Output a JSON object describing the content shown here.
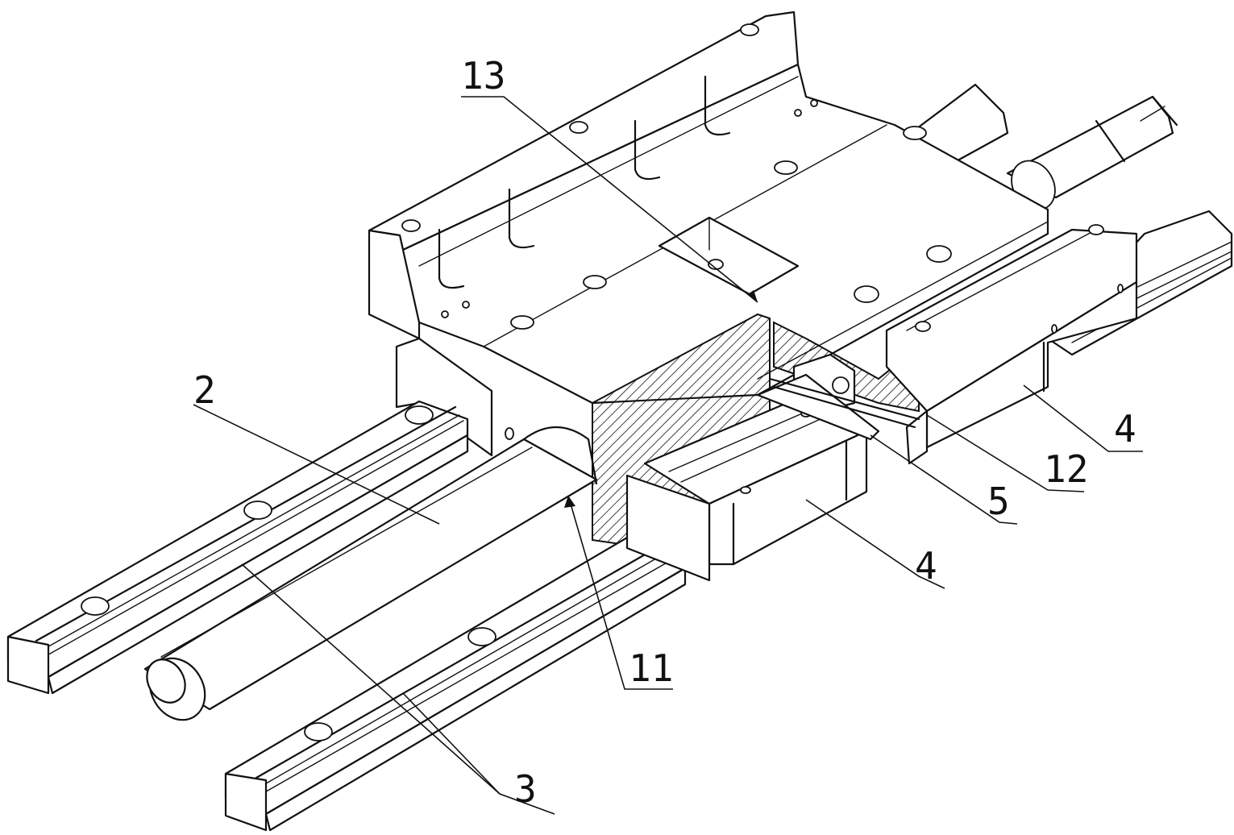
{
  "figure": {
    "labels": [
      {
        "id": "label-2",
        "text": "2"
      },
      {
        "id": "label-3",
        "text": "3"
      },
      {
        "id": "label-4a",
        "text": "4"
      },
      {
        "id": "label-4b",
        "text": "4"
      },
      {
        "id": "label-5",
        "text": "5"
      },
      {
        "id": "label-11",
        "text": "11"
      },
      {
        "id": "label-12",
        "text": "12"
      },
      {
        "id": "label-13",
        "text": "13"
      }
    ]
  }
}
